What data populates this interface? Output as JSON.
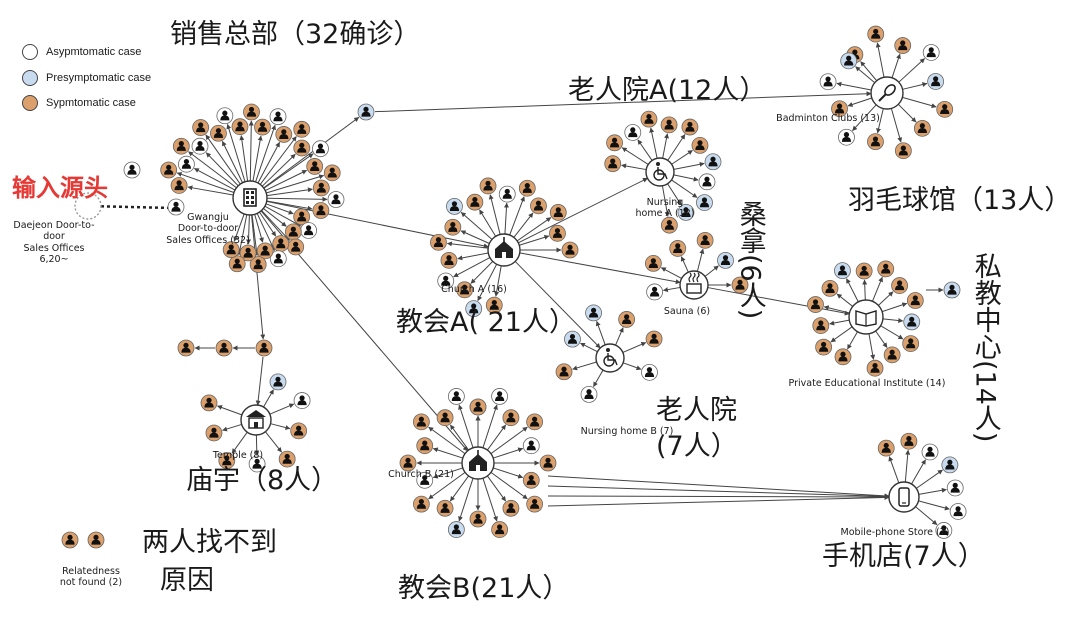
{
  "colors": {
    "asymptomatic": "#ffffff",
    "presymptomatic": "#c9dcef",
    "symptomatic": "#dba06b",
    "edge": "#444444",
    "source_red": "#e53935"
  },
  "legend": [
    {
      "key": "asymptomatic",
      "label": "Asypmtomatic case"
    },
    {
      "key": "presymptomatic",
      "label": "Presymptomatic case"
    },
    {
      "key": "symptomatic",
      "label": "Sypmtomatic case"
    }
  ],
  "hubs": {
    "daejeon": {
      "label": "Daejeon Door-to-door\nSales Offices\n6,20~",
      "icon": "dashed-circle-icon"
    },
    "gwangju": {
      "label": "Gwangju\nDoor-to-door\nSales Offices (32)",
      "icon": "building-icon"
    },
    "church_a": {
      "label": "Church A (16)",
      "icon": "church-icon"
    },
    "church_b": {
      "label": "Church B (21)",
      "icon": "church-icon"
    },
    "nursing_a": {
      "label": "Nursing\nhome A (12)",
      "icon": "wheelchair-icon"
    },
    "nursing_b": {
      "label": "Nursing home B (7)",
      "icon": "wheelchair-icon"
    },
    "sauna": {
      "label": "Sauna (6)",
      "icon": "sauna-icon"
    },
    "badminton": {
      "label": "Badminton Clubs (13)",
      "icon": "badminton-icon"
    },
    "institute": {
      "label": "Private Educational Institute (14)",
      "icon": "book-icon"
    },
    "temple": {
      "label": "Temple (8)",
      "icon": "temple-icon"
    },
    "phone": {
      "label": "Mobile-phone Store (7)",
      "icon": "phone-icon"
    }
  },
  "relatedness": {
    "label": "Relatedness\nnot found (2)"
  },
  "annotations": {
    "source": "输入源头",
    "sales": "销售总部（32确诊）",
    "elderly_a": "老人院A(12人）",
    "badminton": "羽毛球馆（13人）",
    "church_a": "教会A(  21人）",
    "sauna": "桑拿(6人)",
    "institute": "私教中心(14人)",
    "elderly_b_1": "老人院",
    "elderly_b_2": "(7人）",
    "temple": "庙宇（8人）",
    "church_b": "教会B(21人）",
    "phone": "手机店(7人）",
    "unknown_1": "两人找不到",
    "unknown_2": "原因"
  }
}
